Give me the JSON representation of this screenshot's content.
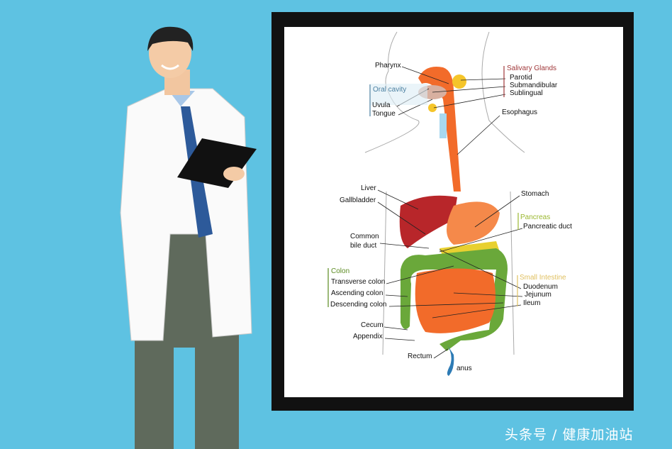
{
  "diagram": {
    "groups": {
      "salivary_glands": "Salivary Glands",
      "oral_cavity": "Oral cavity",
      "pancreas": "Pancreas",
      "colon": "Colon",
      "small_intestine": "Small Intestine"
    },
    "labels": {
      "pharynx": "Pharynx",
      "parotid": "Parotid",
      "submandibular": "Submandibular",
      "sublingual": "Sublingual",
      "uvula": "Uvula",
      "tongue": "Tongue",
      "esophagus": "Esophagus",
      "liver": "Liver",
      "gallbladder": "Gallbladder",
      "stomach": "Stomach",
      "pancreatic_duct": "Pancreatic duct",
      "common_bile_duct_1": "Common",
      "common_bile_duct_2": "bile duct",
      "transverse_colon": "Transverse colon",
      "ascending_colon": "Ascending colon",
      "descending_colon": "Descending colon",
      "duodenum": "Duodenum",
      "jejunum": "Jejunum",
      "ileum": "Ileum",
      "cecum": "Cecum",
      "appendix": "Appendix",
      "rectum": "Rectum",
      "anus": "anus"
    },
    "colors": {
      "background": "#5ec2e2",
      "salivary": "#a0383a",
      "oral": "#4a7fa0",
      "pancreas": "#9bb830",
      "colon": "#5a8a20",
      "small_intestine": "#e0c060",
      "organ_orange": "#f26b2a",
      "colon_green": "#6aa83a",
      "liver": "#b8262a"
    }
  },
  "watermark": "头条号 / 健康加油站"
}
